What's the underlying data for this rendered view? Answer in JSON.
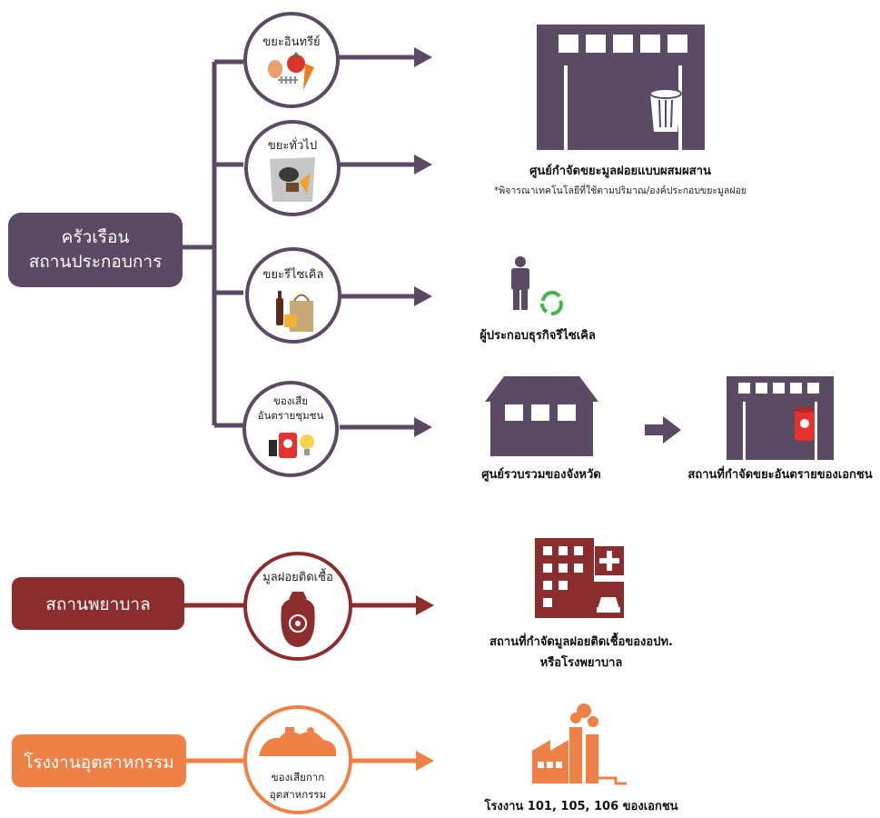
{
  "colors": {
    "household": "#5b4a64",
    "hospital": "#8b2d2d",
    "industry": "#ef8146",
    "circle_fill": "#ffffff"
  },
  "sources": [
    {
      "label_line1": "ครัวเรือน",
      "label_line2": "สถานประกอบการ"
    },
    {
      "label": "สถานพยาบาล"
    },
    {
      "label": "โรงงานอุตสาหกรรม"
    }
  ],
  "waste_types": [
    {
      "label": "ขยะอินทรีย์",
      "icon": "organic-waste-icon"
    },
    {
      "label": "ขยะทั่วไป",
      "icon": "general-waste-bag-icon"
    },
    {
      "label": "ขยะรีไซเคิล",
      "icon": "recyclables-icon"
    },
    {
      "label_line1": "ของเสีย",
      "label_line2": "อันตรายชุมชน",
      "icon": "hazardous-household-icon"
    },
    {
      "label": "มูลฝอยติดเชื้อ",
      "icon": "biohazard-bag-icon"
    },
    {
      "label_line1": "ของเสียกาก",
      "label_line2": "อุตสาหกรรม",
      "icon": "industrial-waste-icon"
    }
  ],
  "destinations": {
    "integrated_facility": {
      "title": "ศูนย์กำจัดขยะมูลฝอยแบบผสมผสาน",
      "note": "*พิจารณาเทคโนโลยีที่ใช้ตามปริมาณ/องค์ประกอบขยะมูลฝอย",
      "icon": "waste-facility-building-icon"
    },
    "recycler": {
      "title": "ผู้ประกอบธุรกิจรีไซเคิล",
      "icon": "recycler-person-icon"
    },
    "provincial_center": {
      "title": "ศูนย์รวบรวมของจังหวัด",
      "icon": "collection-center-icon"
    },
    "private_hazardous": {
      "title": "สถานที่กำจัดขยะอันตรายของเอกชน",
      "icon": "hazardous-disposal-facility-icon"
    },
    "infectious_facility": {
      "title_line1": "สถานที่กำจัดมูลฝอยติดเชื้อของอปท.",
      "title_line2": "หรือโรงพยาบาล",
      "icon": "hospital-building-icon"
    },
    "factories": {
      "title": "โรงงาน 101, 105, 106 ของเอกชน",
      "icon": "factory-icon"
    }
  }
}
